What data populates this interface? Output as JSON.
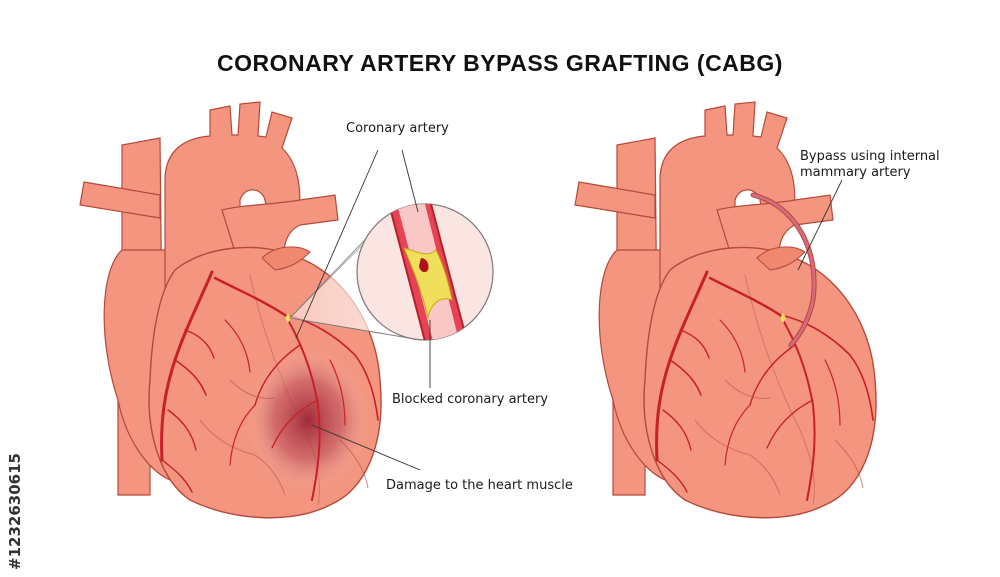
{
  "title": "CORONARY ARTERY BYPASS GRAFTING (CABG)",
  "labels": {
    "coronary_artery": "Coronary artery",
    "blocked_coronary_artery": "Blocked coronary artery",
    "damage": "Damage to the heart muscle",
    "bypass_line1": "Bypass using internal",
    "bypass_line2": "mammary artery"
  },
  "stock_id": "#1232630615",
  "colors": {
    "heart_fill": "#f3957f",
    "heart_outline": "#b5493a",
    "artery": "#c8202a",
    "plaque": "#f0df5a",
    "damage": "#9e2435",
    "graft": "#d86a80"
  }
}
